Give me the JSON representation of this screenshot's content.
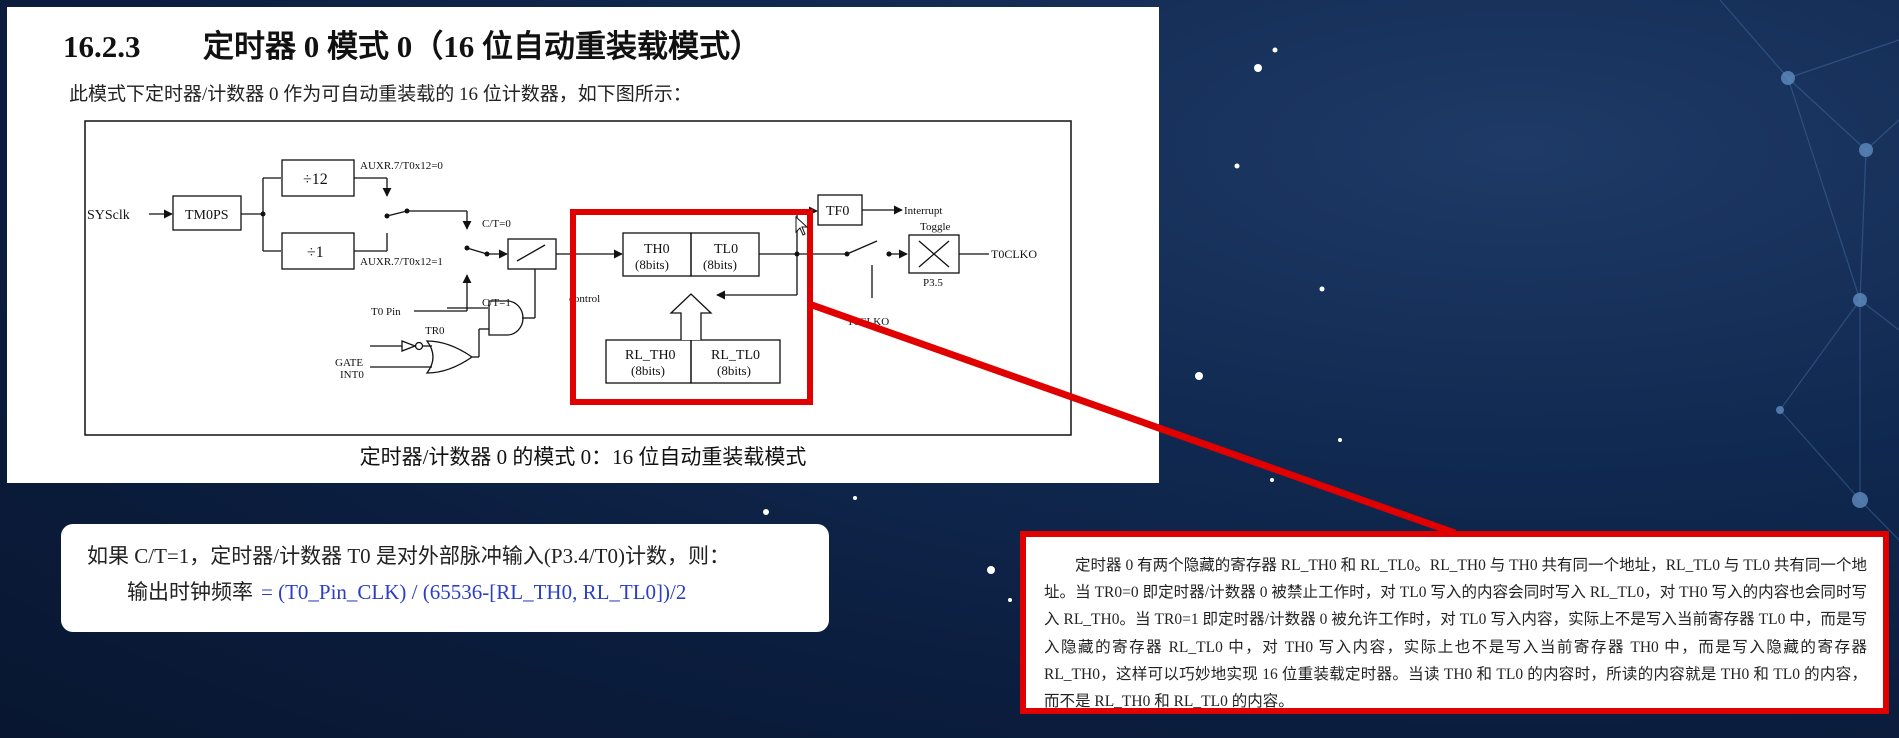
{
  "document": {
    "section_number": "16.2.3",
    "section_title": "定时器 0 模式 0（16 位自动重装载模式）",
    "intro": "此模式下定时器/计数器 0 作为可自动重装载的 16 位计数器，如下图所示：",
    "caption": "定时器/计数器 0 的模式 0：16 位自动重装载模式"
  },
  "diagram": {
    "sysclk": "SYSclk",
    "tm0ps": "TM0PS",
    "div12": "÷12",
    "div1": "÷1",
    "auxr_0": "AUXR.7/T0x12=0",
    "auxr_1": "AUXR.7/T0x12=1",
    "ct0": "C/T=0",
    "ct1": "C/T=1",
    "t0pin": "T0 Pin",
    "control": "control",
    "tr0": "TR0",
    "gate": "GATE",
    "int0": "INT0",
    "th0": "TH0",
    "th0_bits": "(8bits)",
    "tl0": "TL0",
    "tl0_bits": "(8bits)",
    "rl_th0": "RL_TH0",
    "rl_th0_bits": "(8bits)",
    "rl_tl0": "RL_TL0",
    "rl_tl0_bits": "(8bits)",
    "tf0": "TF0",
    "interrupt": "Interrupt",
    "toggle": "Toggle",
    "p35": "P3.5",
    "t0clko_out": "T0CLKO",
    "t0clko_switch": "T0CLKO"
  },
  "formula": {
    "line1": "如果 C/T=1，定时器/计数器 T0 是对外部脉冲输入(P3.4/T0)计数，则：",
    "label": "输出时钟频率",
    "expression": "= (T0_Pin_CLK) / (65536-[RL_TH0, RL_TL0])/2"
  },
  "note": {
    "text": "定时器 0 有两个隐藏的寄存器 RL_TH0 和 RL_TL0。RL_TH0 与 TH0 共有同一个地址，RL_TL0 与 TL0 共有同一个地址。当 TR0=0 即定时器/计数器 0 被禁止工作时，对 TL0 写入的内容会同时写入 RL_TL0，对 TH0 写入的内容也会同时写入 RL_TH0。当 TR0=1 即定时器/计数器 0 被允许工作时，对 TL0 写入内容，实际上不是写入当前寄存器 TL0 中，而是写入隐藏的寄存器 RL_TL0 中，对 TH0 写入内容，实际上也不是写入当前寄存器 TH0 中，而是写入隐藏的寄存器 RL_TH0，这样可以巧妙地实现 16 位重装载定时器。当读 TH0 和 TL0 的内容时，所读的内容就是 TH0 和 TL0 的内容，而不是 RL_TH0 和 RL_TL0 的内容。"
  },
  "colors": {
    "highlight": "#e00000",
    "formula_blue": "#2a3fc4",
    "background": "#0f2650"
  }
}
